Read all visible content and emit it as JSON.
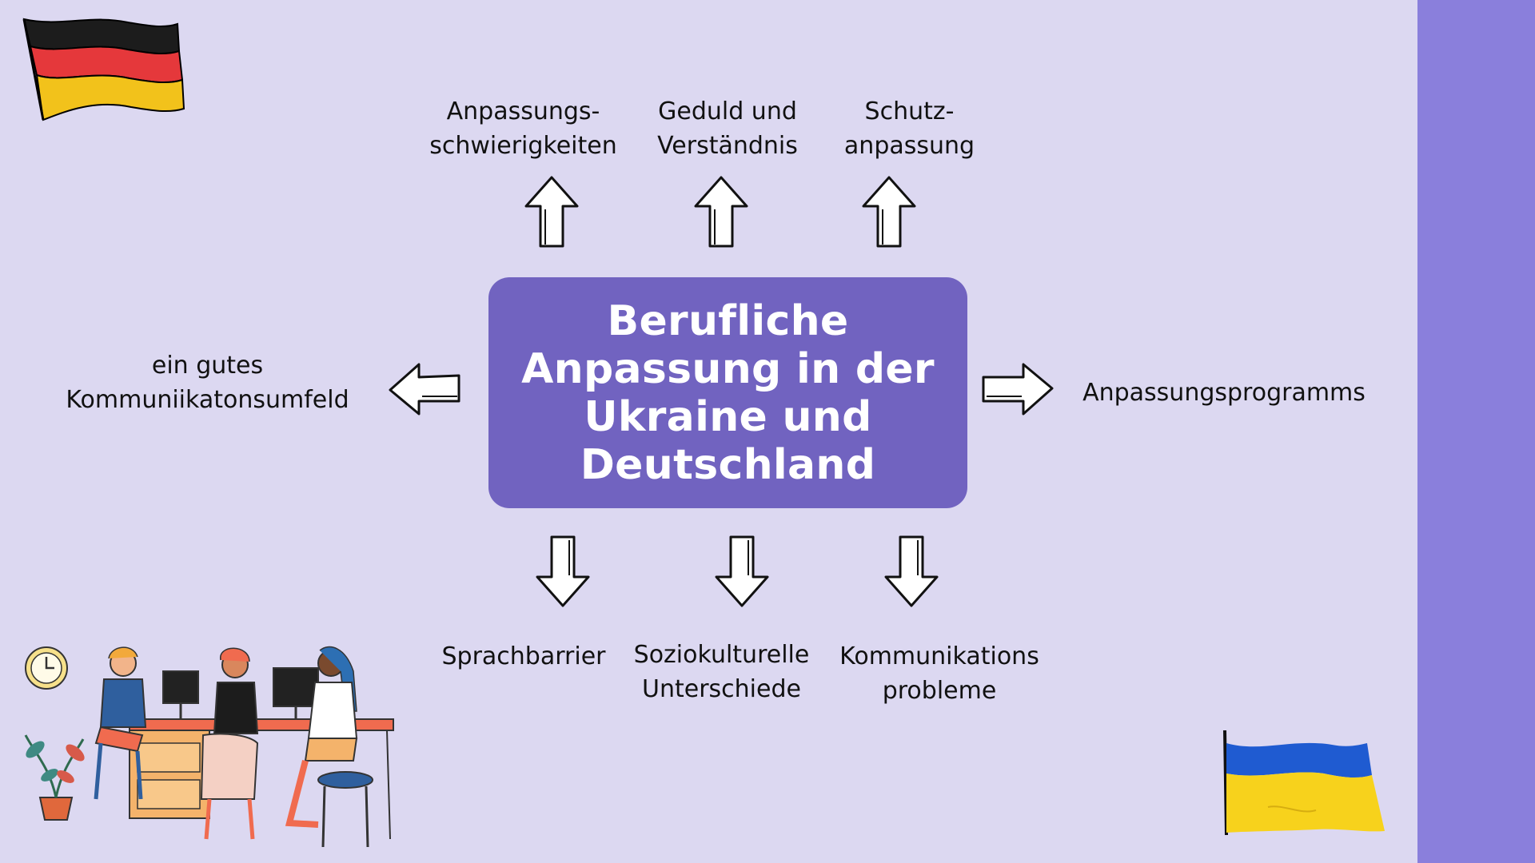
{
  "colors": {
    "background": "#dcd8f1",
    "stripe": "#8a7fdc",
    "center_box": "#7163c0",
    "center_text": "#ffffff"
  },
  "center": {
    "title_lines": [
      "Berufliche",
      "Anpassung in der",
      "Ukraine und",
      "Deutschland"
    ]
  },
  "top_labels": [
    {
      "line1": "Anpassungs-",
      "line2": "schwierigkeiten"
    },
    {
      "line1": "Geduld und",
      "line2": "Verständnis"
    },
    {
      "line1": "Schutz-",
      "line2": "anpassung"
    }
  ],
  "left_label": {
    "line1": "ein gutes",
    "line2": "Kommuniikatonsumfeld"
  },
  "right_label": {
    "line1": "Anpassungsprogramms"
  },
  "bottom_labels": [
    {
      "line1": "Sprachbarrier",
      "line2": ""
    },
    {
      "line1": "Soziokulturelle",
      "line2": "Unterschiede"
    },
    {
      "line1": "Kommunikations",
      "line2": "probleme"
    }
  ],
  "icons": [
    "germany-flag",
    "ukraine-flag",
    "arrow-up-icon",
    "arrow-down-icon",
    "arrow-left-icon",
    "arrow-right-icon",
    "clock-icon",
    "plant-icon"
  ]
}
